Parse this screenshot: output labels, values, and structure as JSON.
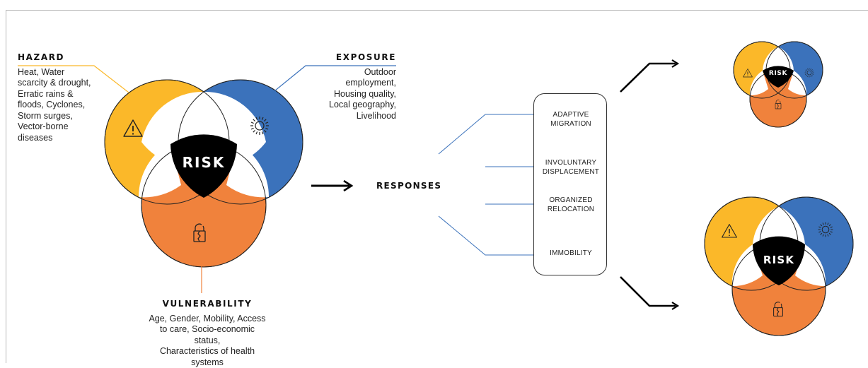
{
  "hazard": {
    "title": "HAZARD",
    "text": "Heat, Water\nscarcity & drought,\nErratic rains &\nfloods, Cyclones,\nStorm surges,\nVector-borne\ndiseases"
  },
  "exposure": {
    "title": "EXPOSURE",
    "text": "Outdoor\nemployment,\nHousing quality,\nLocal geography,\nLivelihood"
  },
  "vulnerability": {
    "title": "VULNERABILITY",
    "text": "Age, Gender, Mobility, Access\nto care, Socio-economic status,\nCharacteristics of health\nsystems"
  },
  "risk_label": "RISK",
  "responses_label": "RESPONSES",
  "options": [
    "ADAPTIVE\nMIGRATION",
    "INVOLUNTARY\nDISPLACEMENT",
    "ORGANIZED\nRELOCATION",
    "IMMOBILITY"
  ],
  "colors": {
    "hazard": "#FBB829",
    "exposure": "#3B72BB",
    "vulnerability": "#F0823C",
    "risk": "#000000",
    "frame": "#b8b8b8"
  },
  "icons": {
    "hazard": "warning-triangle-icon",
    "exposure": "sun-icon",
    "vulnerability": "broken-lock-icon"
  }
}
